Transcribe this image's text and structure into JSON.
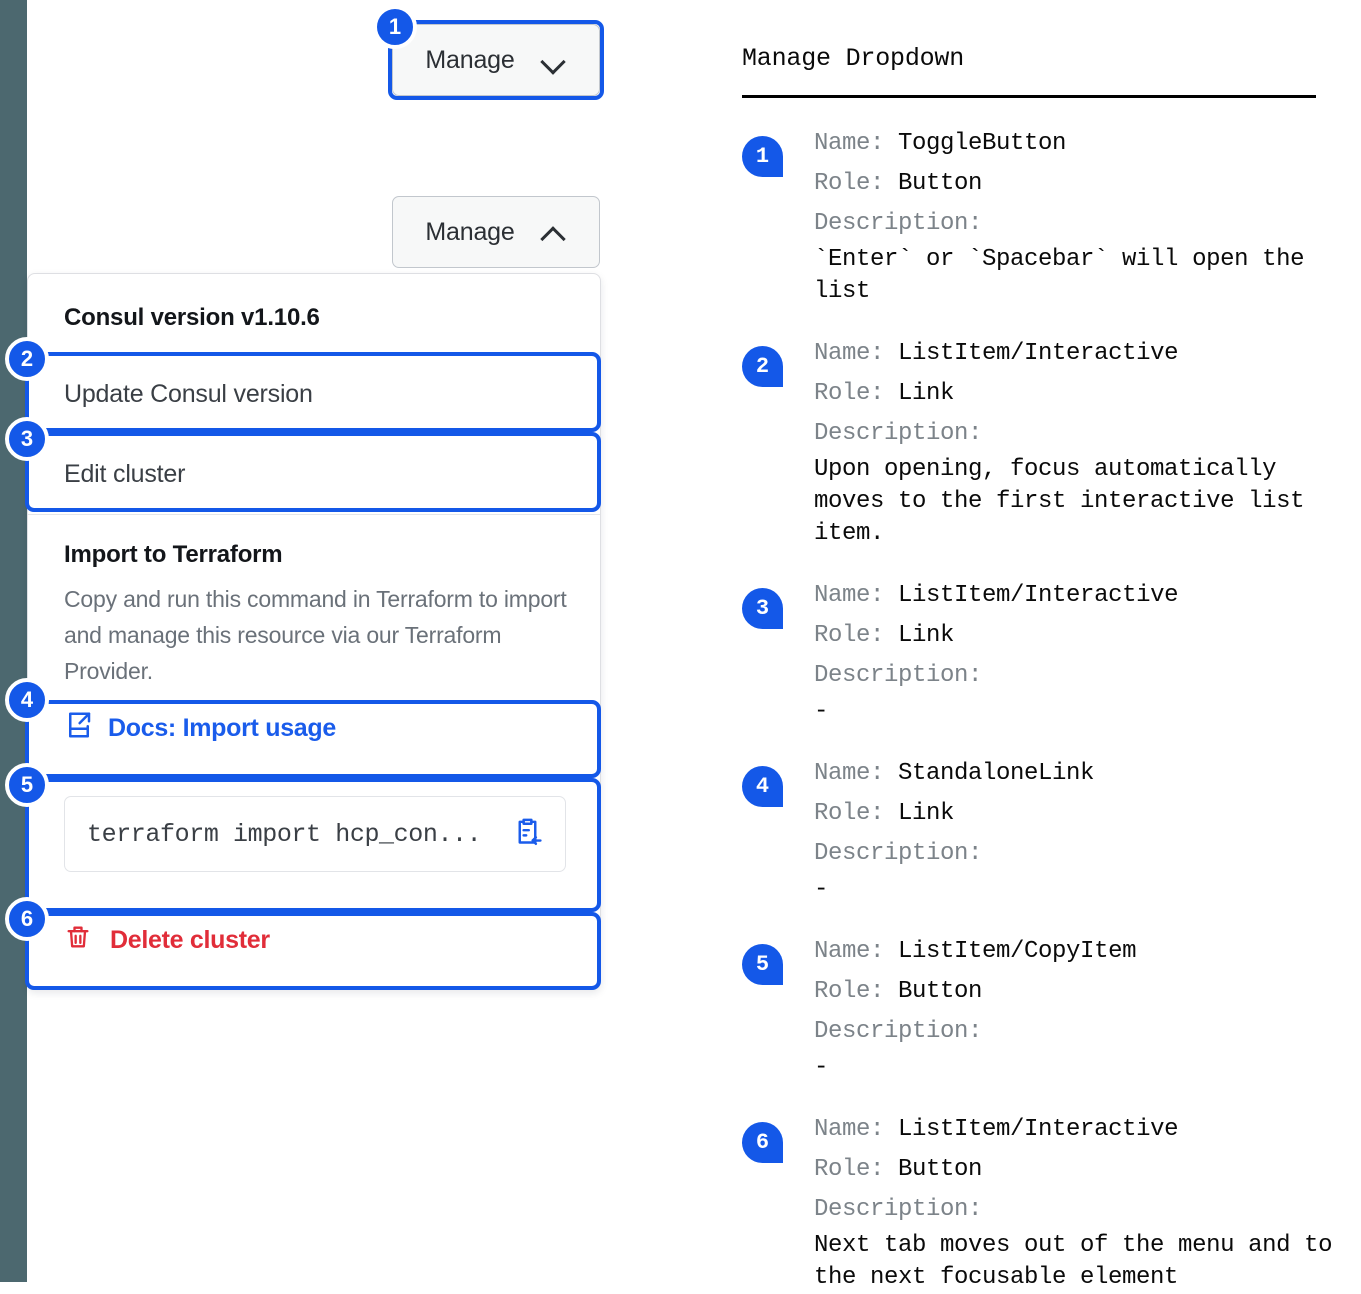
{
  "rail": {
    "color": "#4c686f"
  },
  "accent": {
    "blue": "#1458e8",
    "link_blue": "#1a5ceb",
    "danger_red": "#e12d39"
  },
  "left_panel": {
    "toggle_closed": {
      "label": "Manage",
      "icon": "chevron-down-icon"
    },
    "toggle_open": {
      "label": "Manage",
      "icon": "chevron-up-icon"
    },
    "dropdown": {
      "section_title": "Consul version v1.10.6",
      "items": [
        {
          "label": "Update Consul version"
        },
        {
          "label": "Edit cluster"
        }
      ],
      "import_title": "Import to Terraform",
      "import_description": "Copy and run this command in Terraform to import and manage this resource via our Terraform Provider.",
      "docs_link": {
        "label": "Docs: Import usage",
        "icon": "external-link-doc-icon"
      },
      "copy_command": {
        "value": "terraform import hcp_con...",
        "icon": "copy-clipboard-icon"
      },
      "delete": {
        "label": "Delete cluster",
        "icon": "trash-icon"
      }
    },
    "badges": [
      "1",
      "2",
      "3",
      "4",
      "5",
      "6"
    ]
  },
  "right_panel": {
    "title": "Manage Dropdown",
    "labels": {
      "name": "Name:",
      "role": "Role:",
      "description": "Description:"
    },
    "specs": [
      {
        "badge": "1",
        "name": "ToggleButton",
        "role": "Button",
        "description": "`Enter` or `Spacebar` will open the list"
      },
      {
        "badge": "2",
        "name": "ListItem/Interactive",
        "role": "Link",
        "description": "Upon opening, focus automatically moves to the first interactive list item."
      },
      {
        "badge": "3",
        "name": "ListItem/Interactive",
        "role": "Link",
        "description": "-"
      },
      {
        "badge": "4",
        "name": "StandaloneLink",
        "role": "Link",
        "description": "-"
      },
      {
        "badge": "5",
        "name": "ListItem/CopyItem",
        "role": "Button",
        "description": "-"
      },
      {
        "badge": "6",
        "name": "ListItem/Interactive",
        "role": "Button",
        "description": "Next tab moves out of the menu and to the next focusable element"
      }
    ]
  }
}
